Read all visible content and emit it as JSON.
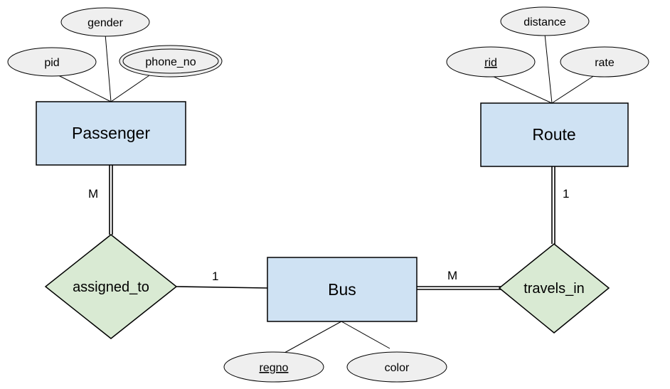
{
  "entities": {
    "passenger": "Passenger",
    "route": "Route",
    "bus": "Bus"
  },
  "relationships": {
    "assigned_to": "assigned_to",
    "travels_in": "travels_in"
  },
  "attributes": {
    "gender": "gender",
    "pid": "pid",
    "phone_no": "phone_no",
    "distance": "distance",
    "rid": "rid",
    "rate": "rate",
    "regno": "regno",
    "color": "color"
  },
  "cardinalities": {
    "passenger_assigned": "M",
    "bus_assigned": "1",
    "route_travels": "1",
    "bus_travels": "M"
  },
  "colors": {
    "entity_fill": "#cfe2f3",
    "relationship_fill": "#d9ead3",
    "attribute_fill": "#efefef"
  }
}
